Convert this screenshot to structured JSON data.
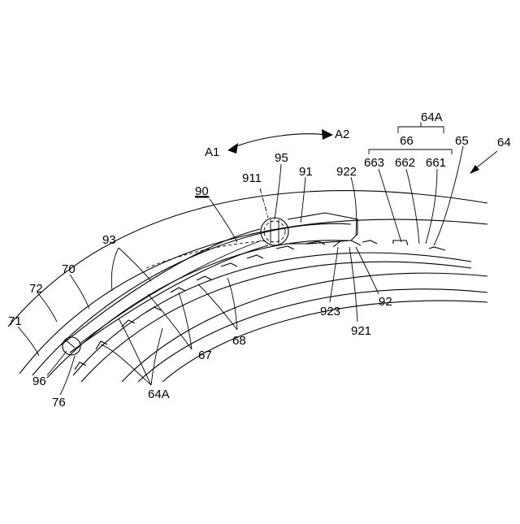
{
  "figure": {
    "arrow_left_label": "A1",
    "arrow_right_label": "A2",
    "labels": {
      "l64A_top": "64A",
      "l66": "66",
      "l65": "65",
      "l64": "64",
      "l663": "663",
      "l662": "662",
      "l661": "661",
      "l95": "95",
      "l911": "911",
      "l91": "91",
      "l922": "922",
      "l90": "90",
      "l93": "93",
      "l70": "70",
      "l72": "72",
      "l71": "71",
      "l96": "96",
      "l76": "76",
      "l64A_bottom": "64A",
      "l67": "67",
      "l68": "68",
      "l923": "923",
      "l92": "92",
      "l921": "921"
    }
  }
}
